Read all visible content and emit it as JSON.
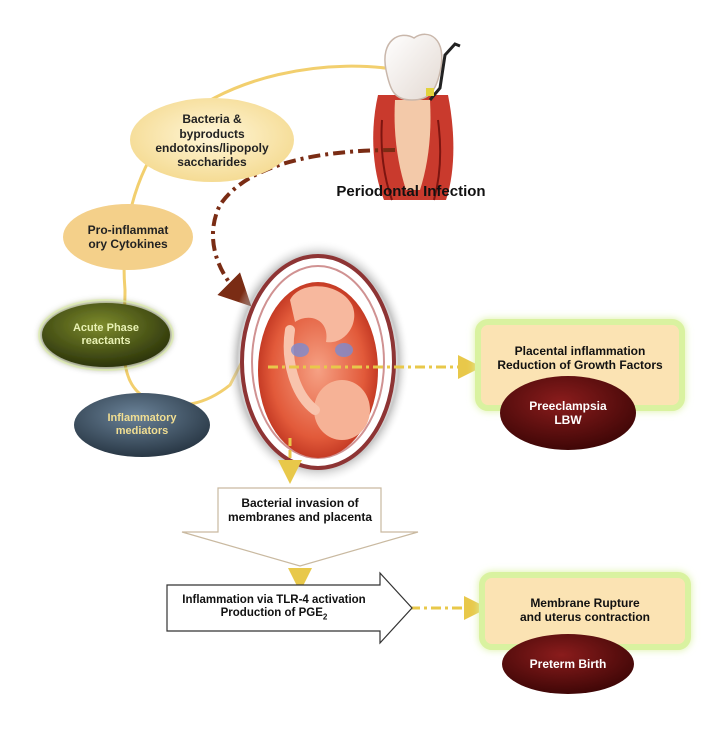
{
  "tooth": {
    "caption": "Periodontal Infection"
  },
  "cycle": {
    "bacteria": {
      "line1": "Bacteria &",
      "line2": "byproducts",
      "line3": "endotoxins/lipopoly",
      "line4": "saccharides"
    },
    "cytokines": {
      "line1": "Pro-inflammat",
      "line2": "ory Cytokines"
    },
    "acute": {
      "line1": "Acute Phase",
      "line2": "reactants"
    },
    "mediators": {
      "line1": "Inflammatory",
      "line2": "mediators"
    }
  },
  "placental": {
    "line1": "Placental inflammation",
    "line2": "Reduction of Growth Factors",
    "outcome": {
      "line1": "Preeclampsia",
      "line2": "LBW"
    }
  },
  "invasion": {
    "line1": "Bacterial invasion of",
    "line2": "membranes and placenta"
  },
  "tlr": {
    "line1": "Inflammation via TLR-4 activation",
    "line2_prefix": "Production of PGE",
    "line2_sub": "2"
  },
  "rupture": {
    "line1": "Membrane Rupture",
    "line2": "and uterus contraction",
    "outcome": "Preterm Birth"
  },
  "colors": {
    "cycle_line": "#f2cf6e",
    "cream_box": "#fbe3b3",
    "maroon": "#5a0b0b",
    "olive": "#3f4a12",
    "slate": "#3e5366",
    "dash_brown": "#7a2c14",
    "dash_yellow": "#e8c84a"
  }
}
